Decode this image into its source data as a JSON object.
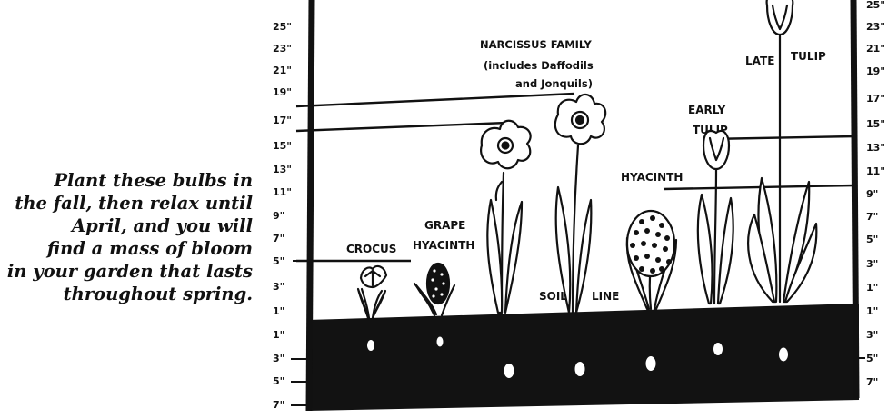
{
  "caption": {
    "lines": [
      "Plant these bulbs in",
      "the fall, then relax until",
      "April, and you will",
      "find a mass of bloom",
      "in your garden that lasts",
      "throughout spring."
    ]
  },
  "scale": {
    "left_ticks": [
      "25\"",
      "23\"",
      "21\"",
      "19\"",
      "17\"",
      "15\"",
      "13\"",
      "11\"",
      "9\"",
      "7\"",
      "5\"",
      "3\"",
      "1\"",
      "1\"",
      "3\"",
      "5\"",
      "7\""
    ],
    "right_ticks": [
      "25\"",
      "23\"",
      "21\"",
      "19\"",
      "17\"",
      "15\"",
      "13\"",
      "11\"",
      "9\"",
      "7\"",
      "5\"",
      "3\"",
      "1\"",
      "1\"",
      "3\"",
      "5\"",
      "7\""
    ]
  },
  "labels": {
    "crocus": "CROCUS",
    "grape_line1": "GRAPE",
    "grape_line2": "HYACINTH",
    "narcissus_line1": "NARCISSUS FAMILY",
    "narcissus_line2": "(includes Daffodils",
    "narcissus_line3": "and Jonquils)",
    "hyacinth": "HYACINTH",
    "early_line1": "EARLY",
    "early_line2": "TULIP",
    "late_left": "LATE",
    "late_right": "TULIP",
    "soil": "SOIL",
    "line": "LINE"
  },
  "colors": {
    "ink": "#111111",
    "soil": "#121212",
    "bulb": "#ffffff"
  }
}
